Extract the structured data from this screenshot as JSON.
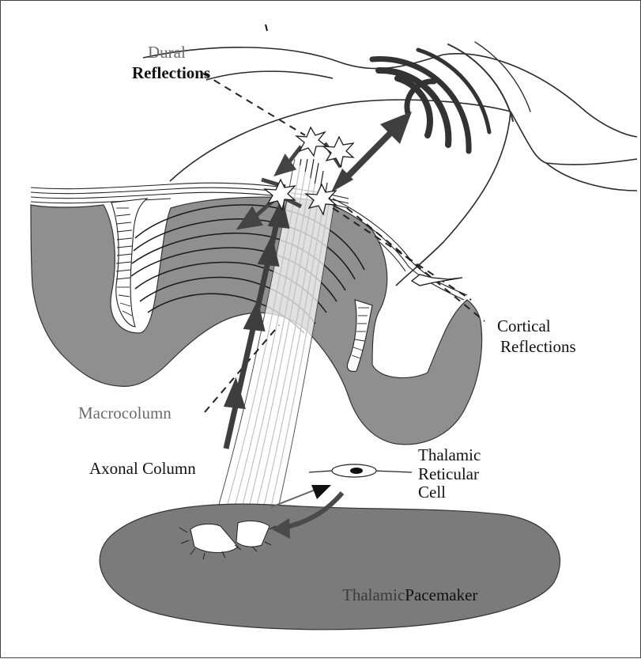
{
  "labels": {
    "dural": "Dural",
    "dural_reflections": "Reflections",
    "cortical": "Cortical",
    "cortical_reflections": "Reflections",
    "macrocolumn": "Macrocolumn",
    "axonal_column": "Axonal Column",
    "thalamic_reticular_cell": [
      "Thalamic",
      "Reticular",
      "Cell"
    ],
    "thalamic": "Thalamic",
    "pacemaker": "Pacemaker"
  },
  "colors": {
    "tissue_gray": "#8e8e8e",
    "thalamus_gray": "#7d7d7d",
    "ink": "#1e1e1e",
    "arrow_gray": "#4a4a4a"
  }
}
